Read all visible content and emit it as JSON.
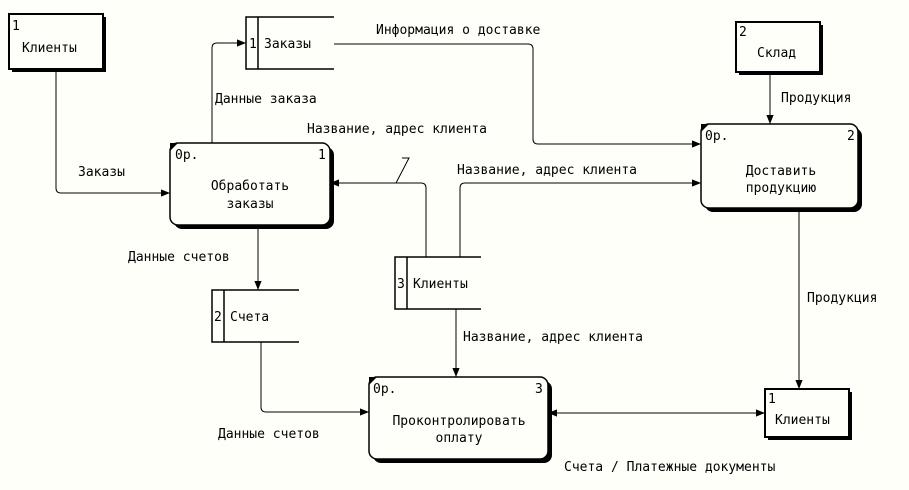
{
  "externals": [
    {
      "id": "ext-clients-1",
      "number": "1",
      "label": "Клиенты"
    },
    {
      "id": "ext-warehouse",
      "number": "2",
      "label": "Склад"
    },
    {
      "id": "ext-clients-2",
      "number": "1",
      "label": "Клиенты"
    }
  ],
  "stores": [
    {
      "id": "store-orders",
      "number": "1",
      "label": "Заказы"
    },
    {
      "id": "store-invoices",
      "number": "2",
      "label": "Счета"
    },
    {
      "id": "store-clients",
      "number": "3",
      "label": "Клиенты"
    }
  ],
  "processes": [
    {
      "id": "proc-process-orders",
      "cost": "0р.",
      "number": "1",
      "line1": "Обработать",
      "line2": "заказы"
    },
    {
      "id": "proc-deliver",
      "cost": "0р.",
      "number": "2",
      "line1": "Доставить",
      "line2": "продукцию"
    },
    {
      "id": "proc-control-payment",
      "cost": "0р.",
      "number": "3",
      "line1": "Проконтролировать",
      "line2": "оплату"
    }
  ],
  "flows": {
    "zakazy": "Заказы",
    "dannye_zakaza": "Данные заказа",
    "info_dostavka": "Информация о доставке",
    "produkciya_1": "Продукция",
    "nazvanie_1": "Название, адрес клиента",
    "nazvanie_2": "Название, адрес клиента",
    "nazvanie_3": "Название, адрес клиента",
    "dannye_schetov_1": "Данные счетов",
    "dannye_schetov_2": "Данные счетов",
    "produkciya_2": "Продукция",
    "scheta_platezhnye": "Счета / Платежные документы"
  }
}
